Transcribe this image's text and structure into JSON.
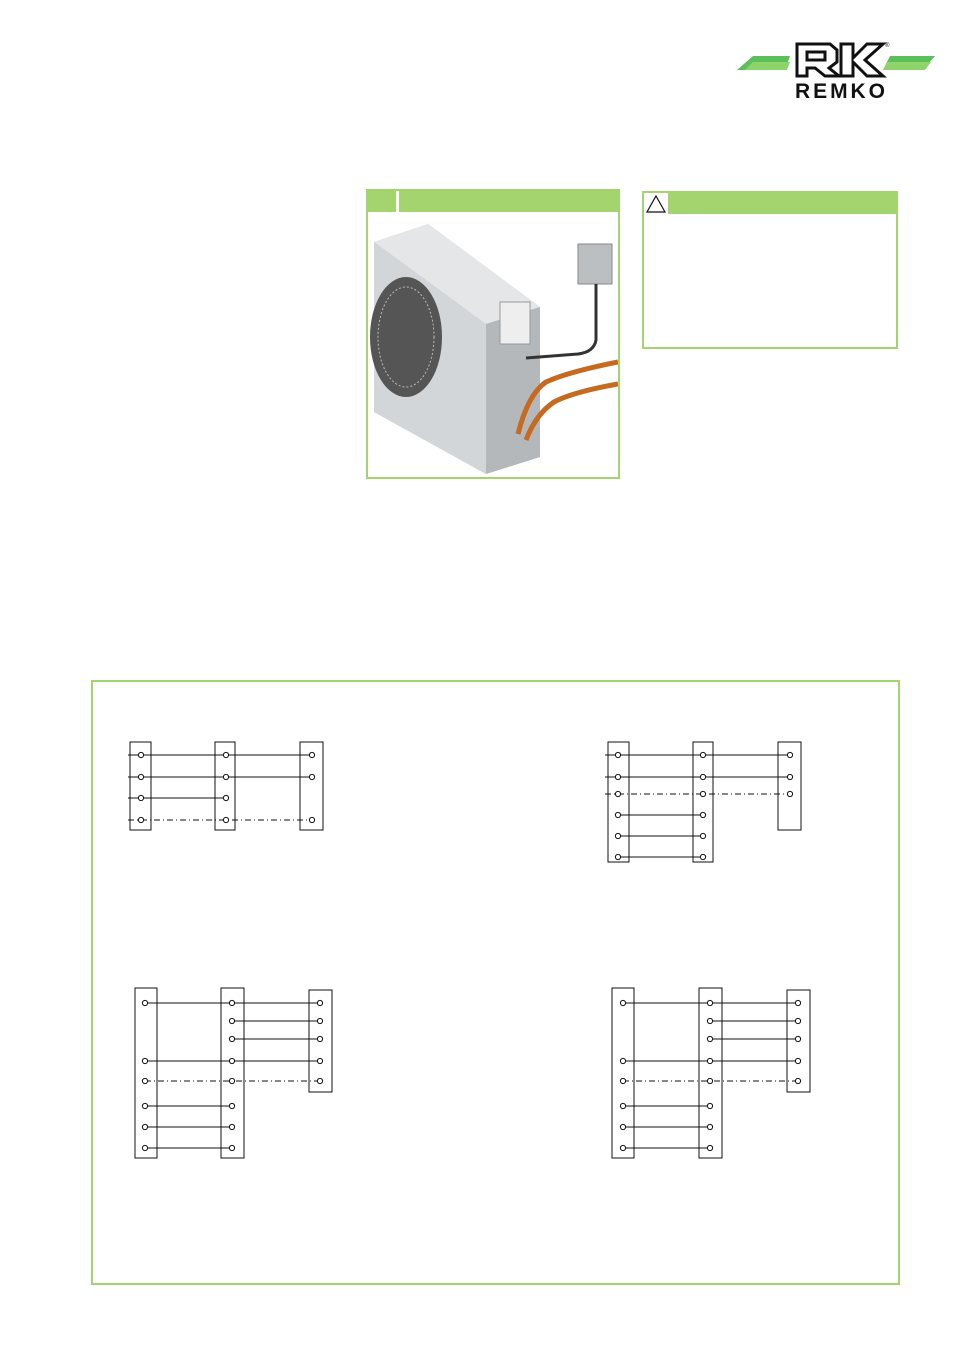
{
  "header": {
    "logo_text": "REMKO",
    "brand_color": "#5cc05a",
    "accent_color": "#a3d46d"
  },
  "figure": {
    "icon": "outdoor-unit-image"
  },
  "warning": {
    "icon": "warning-triangle-icon"
  },
  "wiring": {
    "diagrams": [
      "wiring-diagram-1",
      "wiring-diagram-2",
      "wiring-diagram-3",
      "wiring-diagram-4"
    ]
  }
}
